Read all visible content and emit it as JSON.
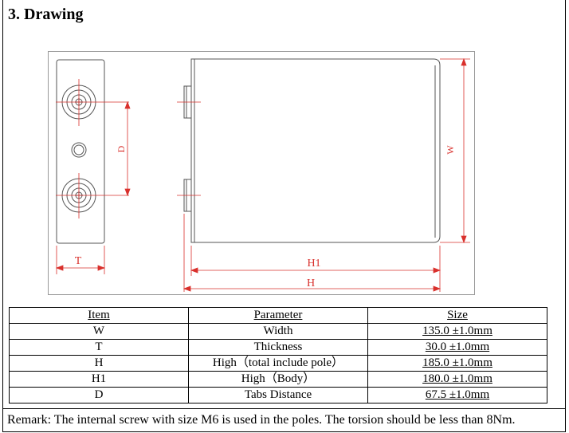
{
  "section": {
    "title": "3. Drawing"
  },
  "drawing": {
    "dim_T": "T",
    "dim_D": "D",
    "dim_W": "W",
    "dim_H1": "H1",
    "dim_H": "H"
  },
  "table": {
    "headers": [
      "Item",
      "Parameter",
      "Size"
    ],
    "rows": [
      [
        "W",
        "Width",
        "135.0 ±1.0mm"
      ],
      [
        "T",
        "Thickness",
        "30.0 ±1.0mm"
      ],
      [
        "H",
        "High（total include pole）",
        "185.0 ±1.0mm"
      ],
      [
        "H1",
        "High（Body）",
        "180.0 ±1.0mm"
      ],
      [
        "D",
        "Tabs Distance",
        "67.5 ±1.0mm"
      ]
    ]
  },
  "remark": "Remark: The internal screw with size M6 is used in the poles. The torsion should be less than 8Nm.",
  "colors": {
    "dimension_red": "#d9302c",
    "outline_gray": "#555555"
  }
}
